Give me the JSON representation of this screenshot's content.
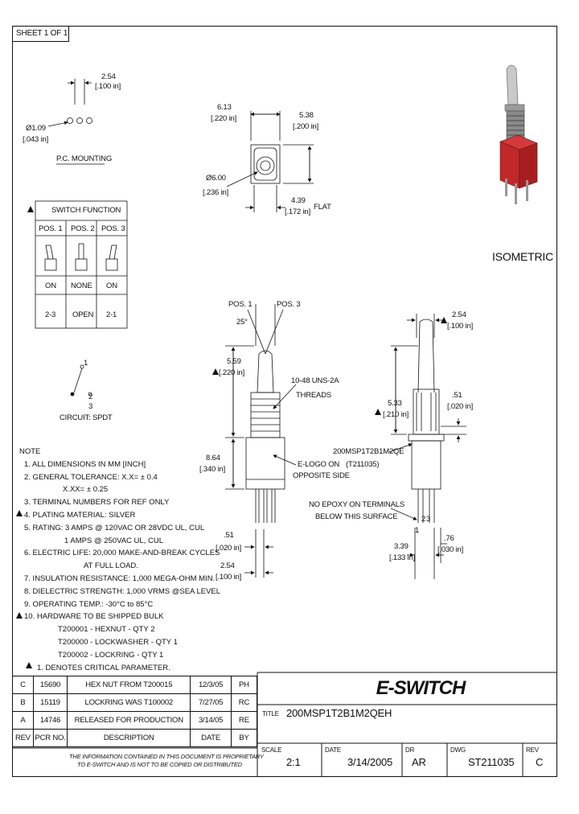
{
  "sheet": "SHEET 1 OF 1",
  "pc_mounting": {
    "pitch": "2.54",
    "pitch_in": "[.100 in]",
    "hole_dia": "Ø1.09",
    "hole_dia_in": "[.043 in]",
    "label": "P.C. MOUNTING"
  },
  "top_view": {
    "width": "6.13",
    "width_in": "[.220 in]",
    "height": "5.38",
    "height_in": "[.200 in]",
    "dia": "Ø6.00",
    "dia_in": "[.236 in]",
    "flat": "4.39",
    "flat_in": "[.172 in]",
    "flat_label": "FLAT"
  },
  "isometric_label": "ISOMETRIC",
  "switch_function": {
    "title": "SWITCH FUNCTION",
    "headers": [
      "POS. 1",
      "POS. 2",
      "POS. 3"
    ],
    "states": [
      "ON",
      "NONE",
      "ON"
    ],
    "connections": [
      "2-3",
      "OPEN",
      "2-1"
    ]
  },
  "circuit": {
    "label": "CIRCUIT: SPDT",
    "t1": "1",
    "t2": "2",
    "t3": "3"
  },
  "front_view": {
    "pos1": "POS. 1",
    "pos3": "POS. 3",
    "angle": "25°",
    "lever_h": "5.59",
    "lever_h_in": "[.220 in]",
    "threads": "10-48 UNS-2A",
    "threads_label": "THREADS",
    "body_h": "8.64",
    "body_h_in": "[.340 in]",
    "elogo": "E-LOGO ON",
    "elogo2": "OPPOSITE SIDE",
    "pin_w": ".51",
    "pin_w_in": "[.020 in]",
    "pin_pitch": "2.54",
    "pin_pitch_in": "[.100 in]"
  },
  "side_view": {
    "pitch": "2.54",
    "pitch_in": "[.100 in]",
    "bush_h": "5.33",
    "bush_h_in": "[.210 in]",
    "pin": ".51",
    "pin_in": "[.020 in]",
    "part": "200MSP1T2B1M2QE",
    "part_code": "(T211035)",
    "epoxy1": "NO EPOXY ON TERMINALS",
    "epoxy2": "BELOW THIS SURFACE",
    "pin_len": "3.39",
    "pin_len_in": "[.133 in]",
    "pin_len2": ".76",
    "pin_len2_in": "[.030 in]",
    "t1": "1",
    "t2": "2",
    "t3": "3"
  },
  "notes": {
    "title": "NOTE",
    "lines": [
      "1. ALL DIMENSIONS IN MM [INCH]",
      "2. GENERAL TOLERANCE: X.X= ± 0.4",
      "X.XX= ± 0.25",
      "3. TERMINAL NUMBERS FOR REF ONLY",
      "4. PLATING MATERIAL: SILVER",
      "5. RATING: 3 AMPS @ 120VAC OR 28VDC  UL, CUL",
      "1 AMPS @ 250VAC  UL, CUL",
      "6. ELECTRIC LIFE: 20,000 MAKE-AND-BREAK CYCLES",
      "AT FULL LOAD.",
      "7. INSULATION RESISTANCE: 1,000 MEGA-OHM MIN.",
      "8. DIELECTRIC STRENGTH: 1,000 VRMS @SEA LEVEL",
      "9. OPERATING TEMP.: -30°C to 85°C",
      "10. HARDWARE TO BE SHIPPED BULK",
      "T200001 - HEXNUT - QTY 2",
      "T200000 - LOCKWASHER - QTY 1",
      "T200002 - LOCKRING - QTY 1",
      "1. DENOTES CRITICAL PARAMETER."
    ]
  },
  "revisions": {
    "headers": [
      "REV",
      "PCR NO.",
      "DESCRIPTION",
      "DATE",
      "BY"
    ],
    "rows": [
      [
        "C",
        "15690",
        "HEX NUT FROM T200015",
        "12/3/05",
        "PH"
      ],
      [
        "B",
        "15119",
        "LOCKRING WAS T100002",
        "7/27/05",
        "RC"
      ],
      [
        "A",
        "14746",
        "RELEASED FOR PRODUCTION",
        "3/14/05",
        "RE"
      ]
    ],
    "proprietary1": "THE INFORMATION CONTAINED IN THIS DOCUMENT IS PROPRIETARY",
    "proprietary2": "TO E-SWITCH AND IS NOT TO BE COPIED OR DISTRIBUTED"
  },
  "title_block": {
    "logo": "E-SWITCH",
    "title_label": "TITLE",
    "title": "200MSP1T2B1M2QEH",
    "scale_label": "SCALE",
    "scale": "2:1",
    "date_label": "DATE",
    "date": "3/14/2005",
    "dr_label": "DR",
    "dr": "AR",
    "dwg_label": "DWG",
    "dwg": "ST211035",
    "rev_label": "REV",
    "rev": "C"
  }
}
